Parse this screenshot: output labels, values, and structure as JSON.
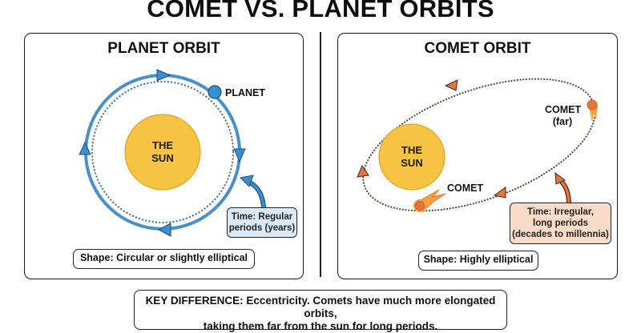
{
  "title": "COMET VS. PLANET ORBITS",
  "colors": {
    "planet_blue": "#3a8fd0",
    "orbit_blue": "#4a90c8",
    "sun_yellow": "#f6c343",
    "sun_edge": "#dba62c",
    "comet_orange": "#e8743b",
    "comet_tail": "#f5a043",
    "dot_brown": "#5a4a40",
    "note_blue_bg": "#d9eaf6",
    "note_peach_bg": "#f9dcc8"
  },
  "planet_panel": {
    "title": "PLANET ORBIT",
    "sun_label_line1": "THE",
    "sun_label_line2": "SUN",
    "planet_label": "PLANET",
    "time_note_line1": "Time: Regular",
    "time_note_line2": "periods (years)",
    "shape_label": "Shape: Circular or slightly elliptical",
    "icons": [
      "sun-icon",
      "planet-icon",
      "orbit-direction-arrow-icon",
      "curved-pointer-arrow-icon"
    ]
  },
  "comet_panel": {
    "title": "COMET ORBIT",
    "sun_label_line1": "THE",
    "sun_label_line2": "SUN",
    "comet_near_label": "COMET",
    "comet_far_label_line1": "COMET",
    "comet_far_label_line2": "(far)",
    "time_note_line1": "Time: Irregular,",
    "time_note_line2": "long periods",
    "time_note_line3": "(decades to millennia)",
    "shape_label": "Shape: Highly elliptical",
    "icons": [
      "sun-icon",
      "comet-icon",
      "orbit-direction-arrow-icon",
      "curved-pointer-arrow-icon"
    ]
  },
  "key_difference": {
    "line1": "KEY DIFFERENCE: Eccentricity. Comets have much more elongated orbits,",
    "line2": "taking them far from the sun for long periods."
  }
}
